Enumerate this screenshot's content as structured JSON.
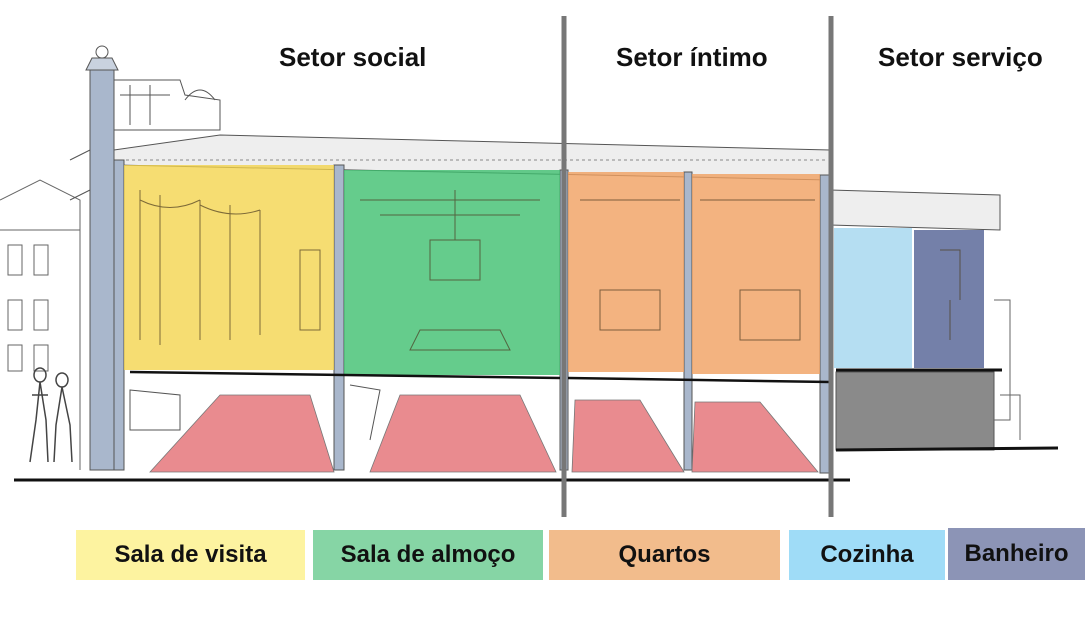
{
  "sectors": [
    {
      "label": "Setor social"
    },
    {
      "label": "Setor íntimo"
    },
    {
      "label": "Setor serviço"
    }
  ],
  "legend": [
    {
      "label": "Sala de visita",
      "color": "#fdf3a0"
    },
    {
      "label": "Sala de almoço",
      "color": "#86d5a5"
    },
    {
      "label": "Quartos",
      "color": "#f2bc8c"
    },
    {
      "label": "Cozinha",
      "color": "#9fdcf7"
    },
    {
      "label": "Banheiro",
      "color": "#8c94b6"
    }
  ],
  "colors": {
    "sala_de_visita": "#f4d34a",
    "sala_de_almoco": "#3fbf6f",
    "quartos": "#f0a060",
    "cozinha": "#a8d8f0",
    "banheiro": "#5c6a9a",
    "floor": "#e98b8f",
    "basement": "#8a8a8a",
    "wall_blue": "#a9b7cc",
    "divider": "#777777"
  }
}
